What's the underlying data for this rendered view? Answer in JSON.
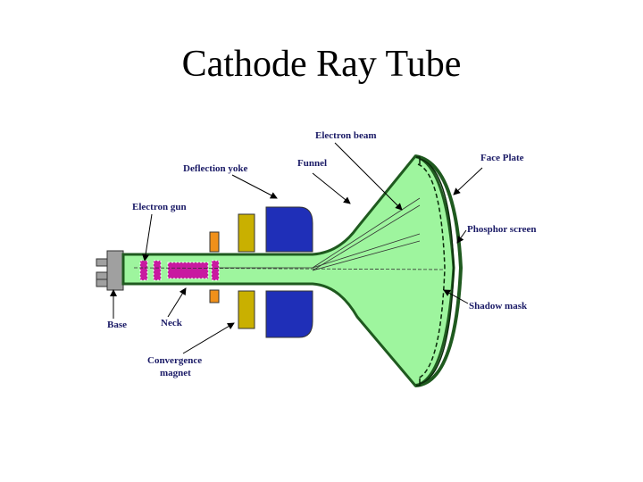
{
  "title": "Cathode Ray Tube",
  "labels": {
    "electron_beam": "Electron beam",
    "face_plate": "Face Plate",
    "deflection_yoke": "Deflection yoke",
    "funnel": "Funnel",
    "electron_gun": "Electron gun",
    "phosphor_screen": "Phosphor screen",
    "shadow_mask": "Shadow mask",
    "base": "Base",
    "neck": "Neck",
    "convergence_line1": "Convergence",
    "convergence_line2": "magnet"
  },
  "colors": {
    "tube_fill": "#9ef59e",
    "tube_outline": "#1f5a1f",
    "yoke": "#1f2fb8",
    "yoke_band": "#c9b000",
    "magnet": "#f0901a",
    "gun": "#c81aa0",
    "base": "#a0a0a0"
  }
}
